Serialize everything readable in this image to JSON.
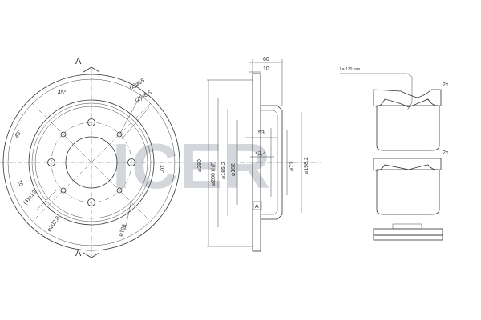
{
  "watermark": {
    "text": "ICER",
    "color": "#d3d7dc"
  },
  "disc_front": {
    "section_label_top": "A",
    "section_label_bottom": "A",
    "dim_angle_top": "45°",
    "dim_angle_left": "45°",
    "dim_angle_right": "10°",
    "dim_10": "10",
    "dim_holes": "(4)⌀13",
    "dim_bolt_circle": "⌀102,8",
    "dim_hole_small": "(2)⌀8,5",
    "dim_hole_large": "(2)⌀15",
    "dim_108": "⌀108"
  },
  "disc_section": {
    "dim_60": "60",
    "dim_10": "10",
    "dim_53": "53",
    "dim_42": "42,4",
    "dim_290": "⌀290",
    "dim_206": "⌀206 (h7)",
    "dim_185": "⌀185,2",
    "dim_162": "⌀162",
    "dim_71": "⌀71",
    "dim_1982": "⌀198,2",
    "section_mark": "A"
  },
  "pads": {
    "wire_length": "L= 130 mm",
    "qty_top": "2x",
    "qty_bottom": "2x"
  }
}
